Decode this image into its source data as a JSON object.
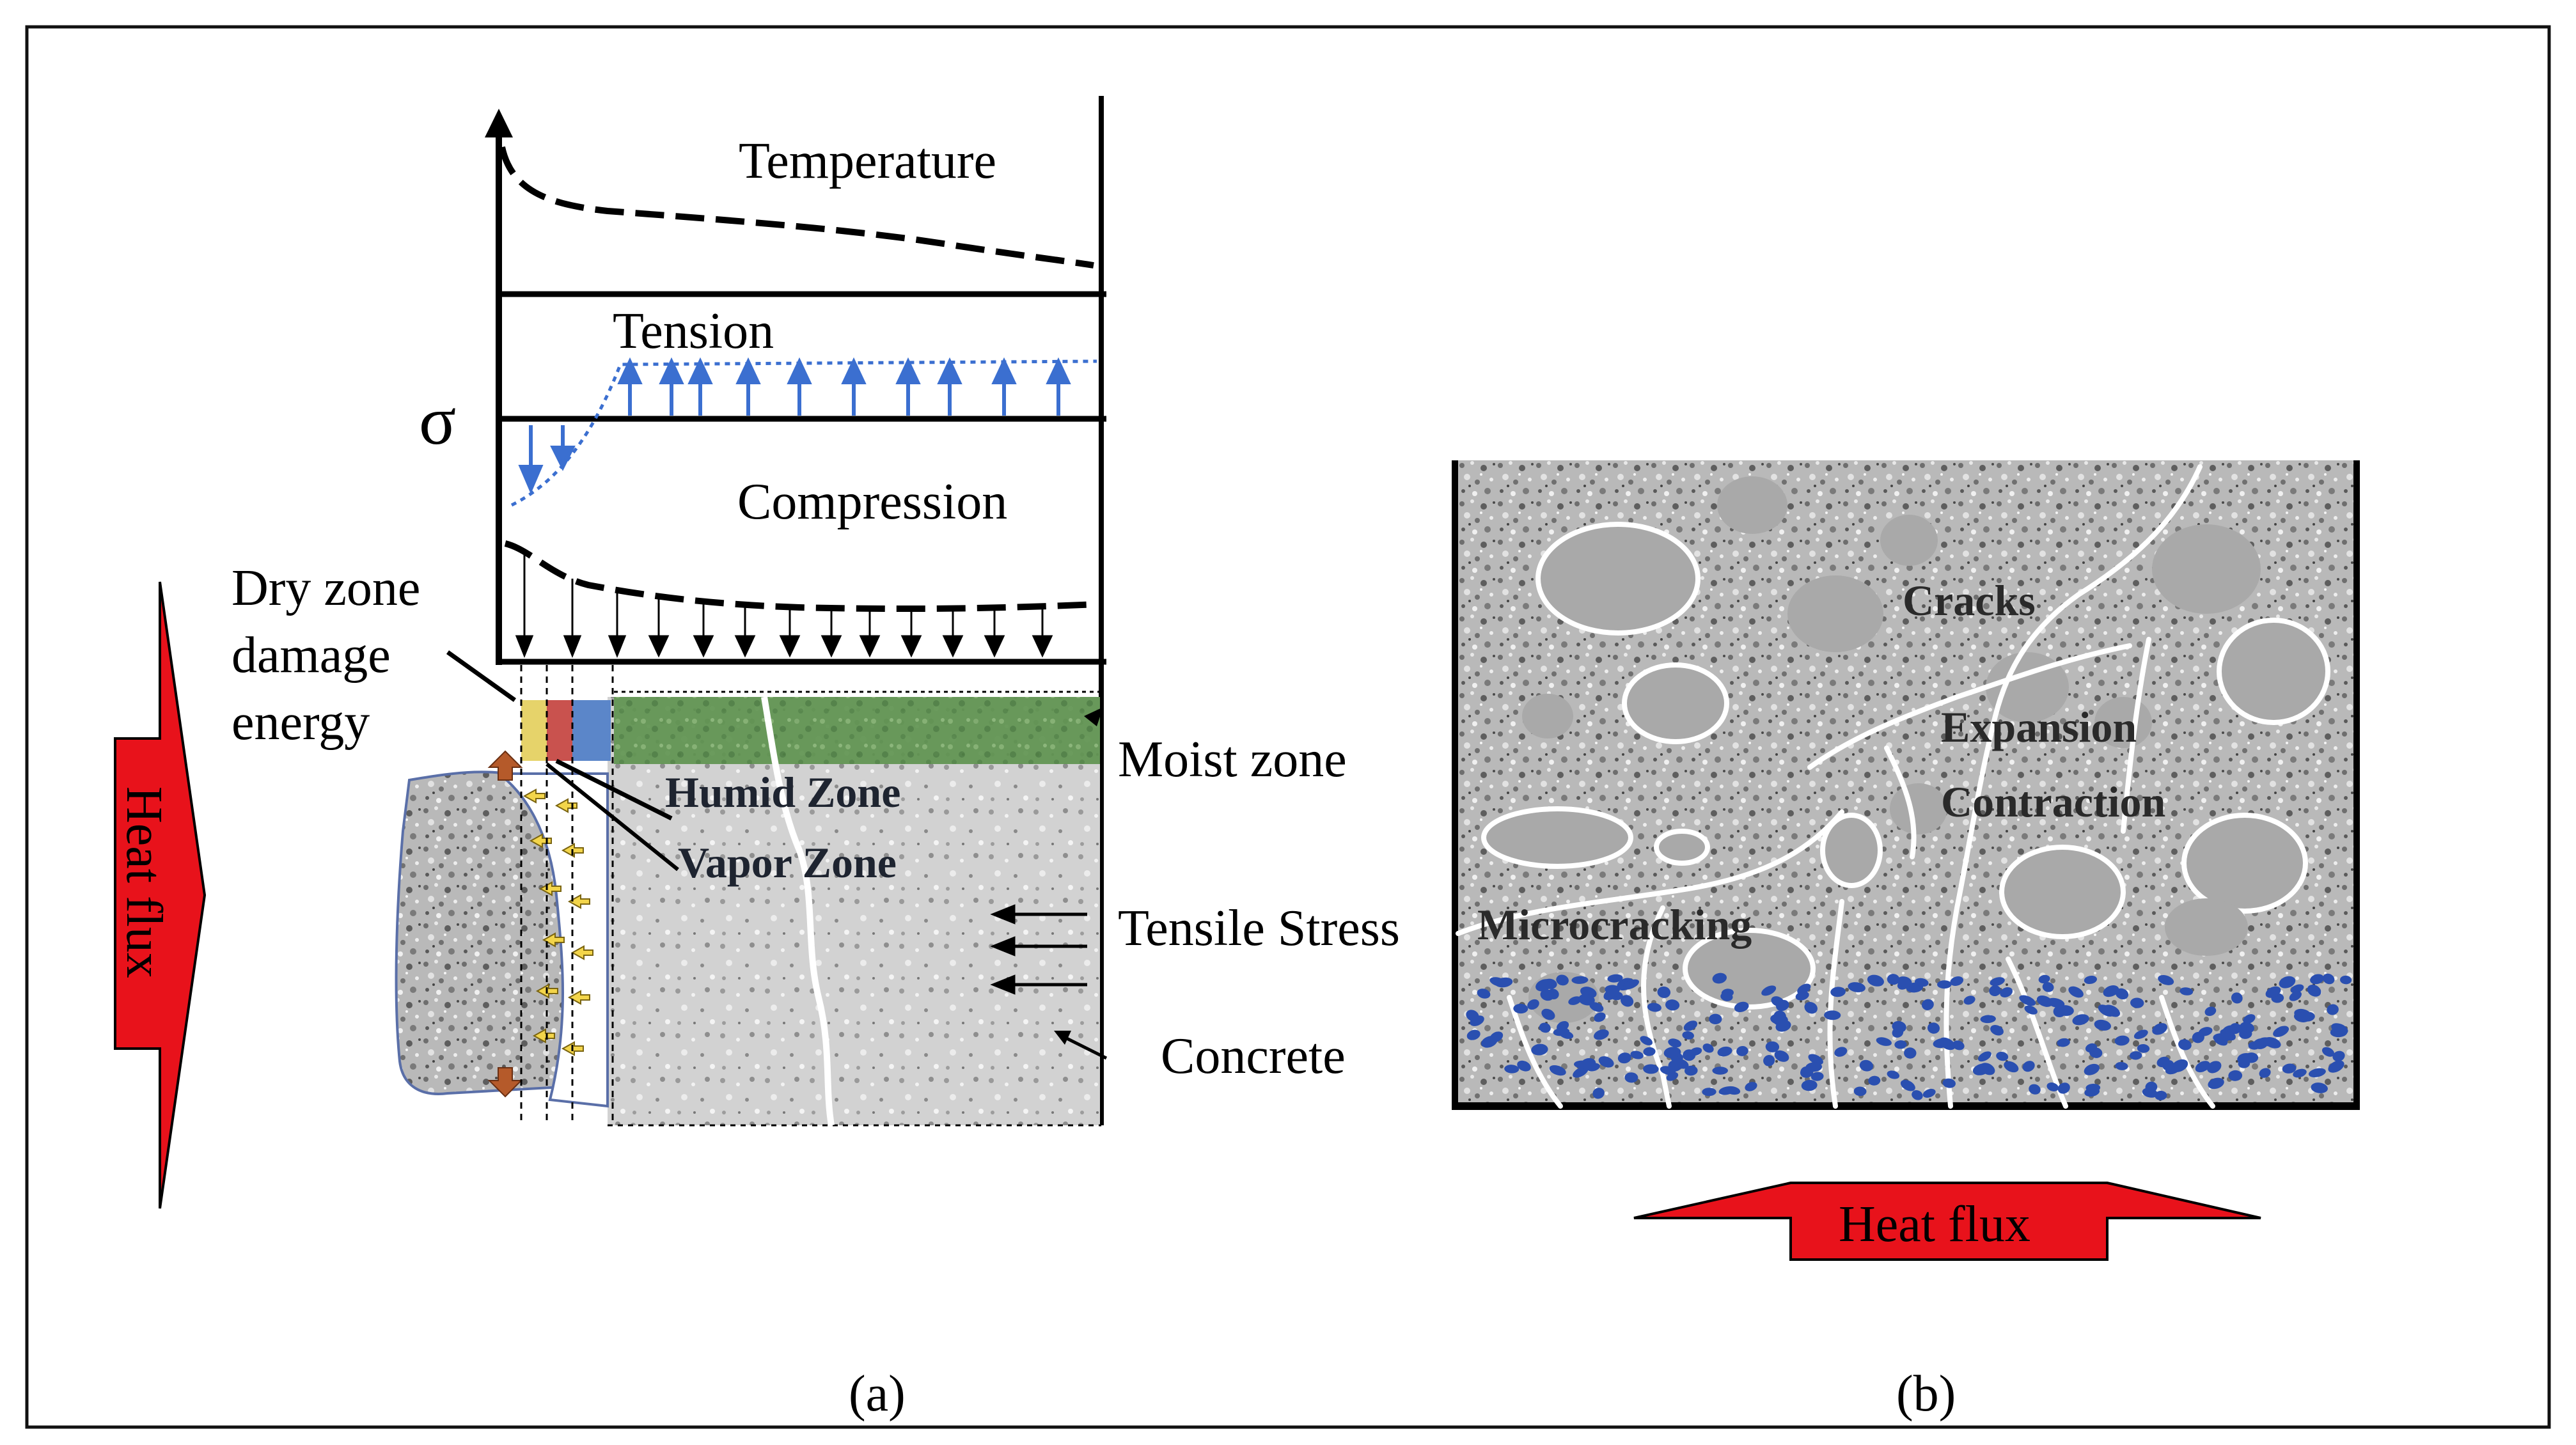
{
  "panel_a": {
    "sigma": "σ",
    "temperature": "Temperature",
    "tension": "Tension",
    "compression": "Compression",
    "dry_zone_line1": "Dry zone",
    "dry_zone_line2": "damage",
    "dry_zone_line3": "energy",
    "humid_zone": "Humid Zone",
    "vapor_zone": "Vapor Zone",
    "moist_zone": "Moist zone",
    "tensile_stress": "Tensile Stress",
    "concrete": "Concrete",
    "heat_flux": "Heat flux",
    "caption": "(a)"
  },
  "panel_b": {
    "cracks": "Cracks",
    "expansion": "Expansion",
    "contraction": "Contraction",
    "microcracking": "Microcracking",
    "heat_flux": "Heat flux",
    "caption": "(b)"
  },
  "colors": {
    "heat_flux_arrow": "#e8121b",
    "moist_zone": "#5a8f4e",
    "dry_zone": "#e6d36a",
    "humid_zone": "#c9524e",
    "vapor_zone": "#5b86c9",
    "stress_arrow": "#3b6fd0",
    "pore_blue": "#2a4fb0",
    "concrete_gray": "#9a9a9a"
  }
}
